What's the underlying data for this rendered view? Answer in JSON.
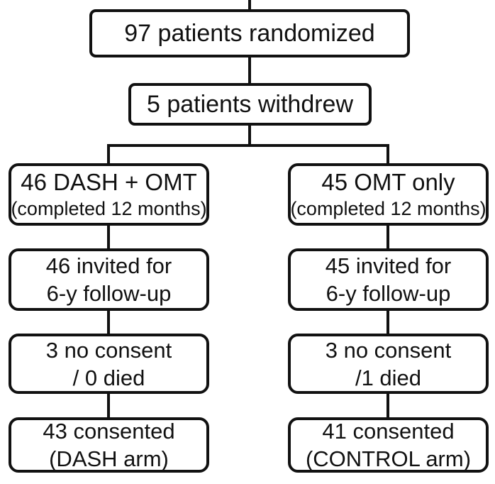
{
  "flowchart": {
    "title_semantic": "patient randomization and follow-up flow",
    "colors": {
      "background": "#ffffff",
      "line": "#111111",
      "text": "#111111"
    },
    "nodes": {
      "randomized": {
        "line1": "97 patients randomized"
      },
      "withdrew": {
        "line1": "5 patients withdrew"
      },
      "dash_completed": {
        "line1": "46 DASH + OMT",
        "line2": "(completed 12 months)"
      },
      "omt_completed": {
        "line1": "45 OMT only",
        "line2": "(completed 12 months)"
      },
      "dash_invited": {
        "line1": "46 invited for",
        "line2": "6-y follow-up"
      },
      "omt_invited": {
        "line1": "45 invited for",
        "line2": "6-y follow-up"
      },
      "dash_consent": {
        "line1": "3 no consent",
        "line2": "/ 0 died"
      },
      "omt_consent": {
        "line1": "3 no consent",
        "line2": "/1 died"
      },
      "dash_consented": {
        "line1": "43 consented",
        "line2": "(DASH arm)"
      },
      "omt_consented": {
        "line1": "41 consented",
        "line2": "(CONTROL arm)"
      }
    }
  }
}
